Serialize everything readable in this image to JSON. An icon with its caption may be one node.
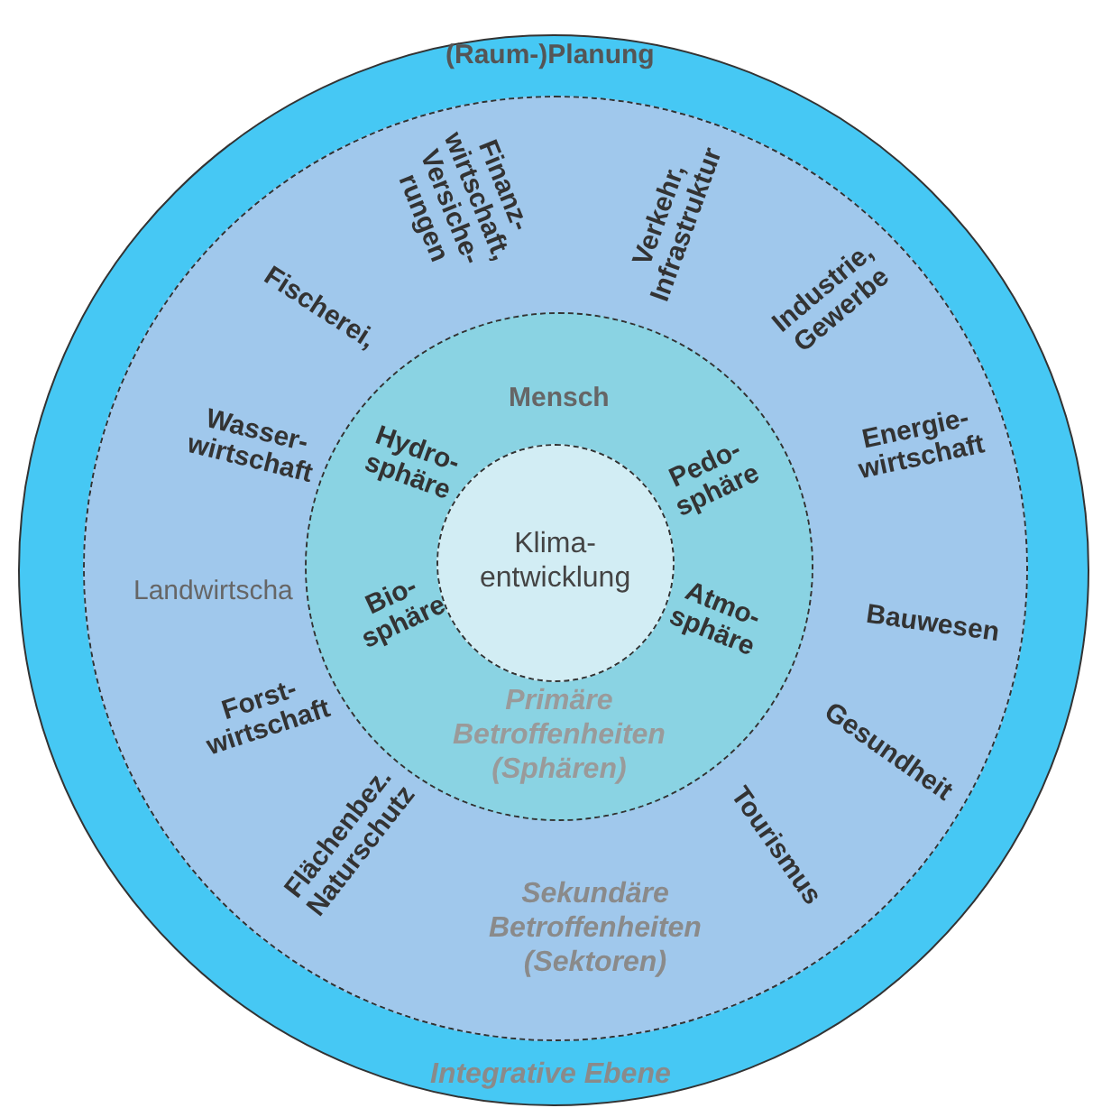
{
  "diagram": {
    "nodes": [
      {
        "text": [
          "(Raum-)Planung",
          "Integrative Ebene"
        ]
      },
      {
        "text": [
          "Finanz- wirtschaft, Versiche- rungen",
          "Verkehr, Infrastruktur",
          "Fischerei,",
          "Industrie, Gewerbe",
          "Wasser- wirtschaft",
          "Energie- wirtschaft",
          "Landwirtscha",
          "Bauwesen",
          "Forst- wirtschaft",
          "Gesundheit",
          "Flächenbez. Naturschutz",
          "Tourismus",
          "Sekundäre Betroffenheiten (Sektoren)"
        ],
        "in": 0
      },
      {
        "text": [
          "Mensch",
          "Hydro- sphäre",
          "Pedo- sphäre",
          "Bio- sphäre",
          "Atmo- sphäre",
          "Primäre Betroffenheiten (Sphären)"
        ],
        "in": 1
      },
      {
        "text": [
          "Klima- entwicklung"
        ],
        "in": 2
      }
    ]
  }
}
